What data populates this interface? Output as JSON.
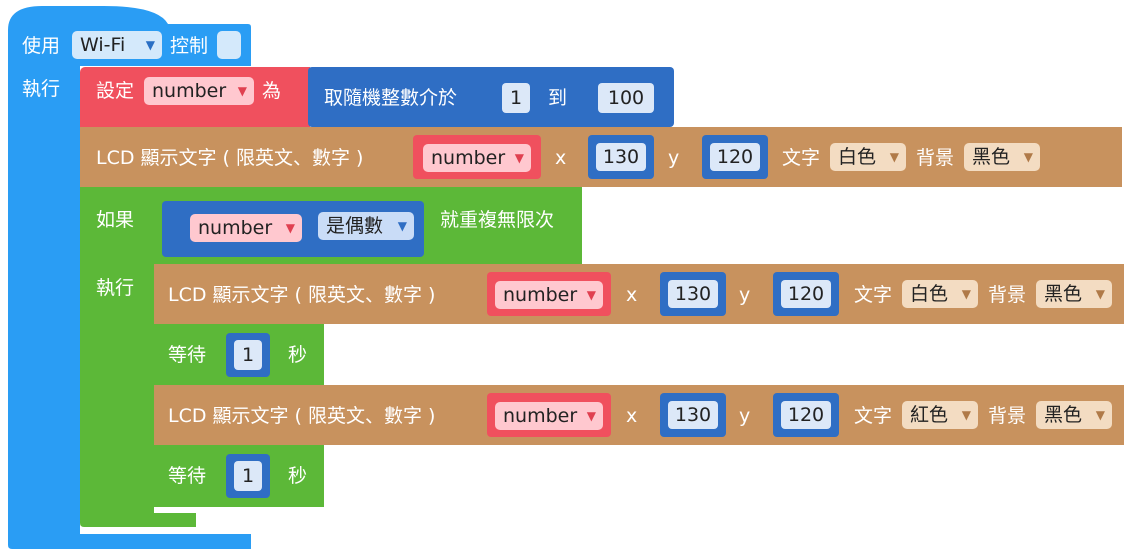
{
  "colors": {
    "use_block": "#2a9df4",
    "set_block": "#f0505e",
    "math_block": "#2f6ec4",
    "lcd_block": "#c8925e",
    "logic_block": "#5cb838",
    "dropdown_light": "#f3dcc2"
  },
  "use_block": {
    "label": "使用",
    "wifi": "Wi-Fi",
    "control": "控制",
    "exec": "執行"
  },
  "set_block": {
    "label": "設定",
    "var": "number",
    "to": "為"
  },
  "random_block": {
    "label": "取隨機整數介於",
    "min": "1",
    "to": "到",
    "max": "100"
  },
  "lcd_rows": [
    {
      "label": "LCD 顯示文字 ( 限英文、數字 )",
      "var": "number",
      "x_label": "x",
      "x": "130",
      "y_label": "y",
      "y": "120",
      "text_label": "文字",
      "text_color": "白色",
      "bg_label": "背景",
      "bg_color": "黑色"
    },
    {
      "label": "LCD 顯示文字 ( 限英文、數字 )",
      "var": "number",
      "x_label": "x",
      "x": "130",
      "y_label": "y",
      "y": "120",
      "text_label": "文字",
      "text_color": "白色",
      "bg_label": "背景",
      "bg_color": "黑色"
    },
    {
      "label": "LCD 顯示文字 ( 限英文、數字 )",
      "var": "number",
      "x_label": "x",
      "x": "130",
      "y_label": "y",
      "y": "120",
      "text_label": "文字",
      "text_color": "紅色",
      "bg_label": "背景",
      "bg_color": "黑色"
    }
  ],
  "if_block": {
    "label": "如果",
    "var": "number",
    "condition": "是偶數",
    "then": "就重複無限次",
    "exec": "執行"
  },
  "wait_rows": [
    {
      "label": "等待",
      "value": "1",
      "unit": "秒"
    },
    {
      "label": "等待",
      "value": "1",
      "unit": "秒"
    }
  ]
}
